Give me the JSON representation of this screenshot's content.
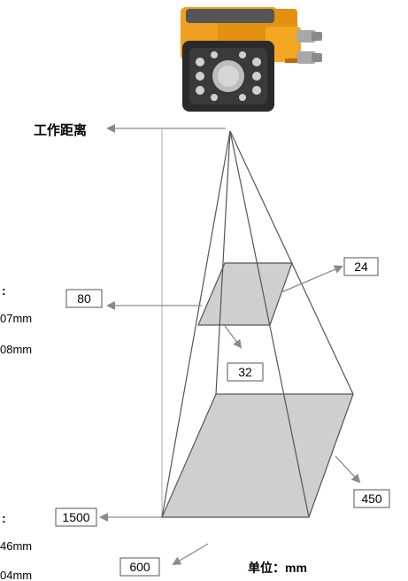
{
  "diagram": {
    "heading": "工作距离",
    "unit_label": "单位：mm",
    "near": {
      "distance": "80",
      "width": "32",
      "height": "24",
      "side_text": [
        ":",
        "07mm",
        "08mm"
      ]
    },
    "far": {
      "distance": "1500",
      "width": "600",
      "height": "450",
      "side_text": [
        ":",
        "46mm",
        "04mm"
      ]
    }
  },
  "colors": {
    "plane_fill": "#cfcfcf",
    "line": "#555555",
    "arrow": "#8a8a8a",
    "camera_body": "#f0a020",
    "camera_front": "#2a2a2a"
  },
  "icons": [
    "camera-device-icon"
  ]
}
